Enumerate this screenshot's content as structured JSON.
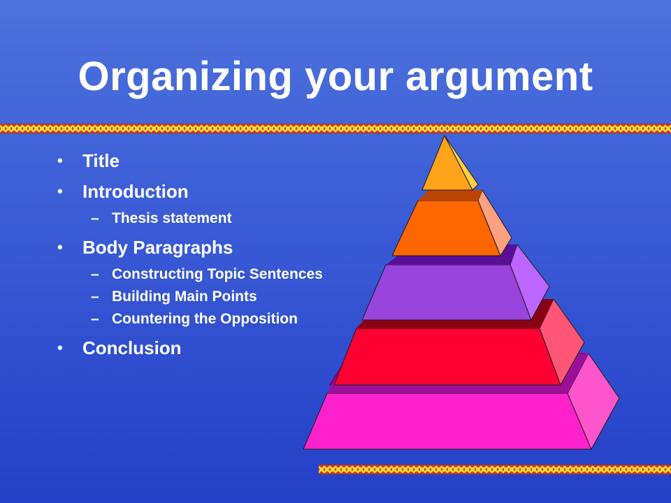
{
  "slide": {
    "title": "Organizing your argument",
    "items": [
      {
        "text": "Title",
        "subitems": []
      },
      {
        "text": "Introduction",
        "subitems": [
          {
            "text": "Thesis statement"
          }
        ]
      },
      {
        "text": "Body Paragraphs",
        "subitems": [
          {
            "text": "Constructing Topic Sentences"
          },
          {
            "text": "Building Main Points"
          },
          {
            "text": "Countering the Opposition"
          }
        ]
      },
      {
        "text": "Conclusion",
        "subitems": []
      }
    ],
    "bullet_glyph": "•",
    "dash_glyph": "–"
  },
  "pyramid": {
    "levels": 5,
    "colors": {
      "apex": "#ffa31a",
      "level2": "#ff6600",
      "level3": "#9944dd",
      "level4": "#ff0033",
      "level5": "#ff22cc"
    }
  },
  "colors": {
    "background_top": "#4d72dc",
    "background_bottom": "#2440c8",
    "band_red": "#d23c2b",
    "band_yellow": "#f2dc32"
  }
}
